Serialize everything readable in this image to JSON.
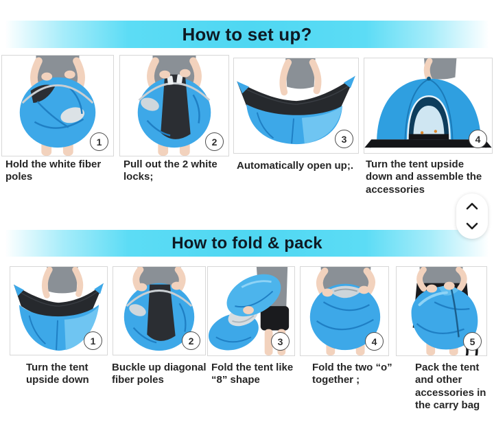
{
  "colors": {
    "banner_cyan": "#4fd7f2",
    "tent_blue": "#3da8e8",
    "tent_blue_light": "#6fc5f2",
    "mesh_black": "#26292d",
    "caption_text": "#262626"
  },
  "sections": {
    "setup": {
      "title": "How to set up?",
      "steps": [
        {
          "number": "1",
          "caption": "Hold the white fiber poles",
          "image_desc": "person holding round folded tent"
        },
        {
          "number": "2",
          "caption": "Pull out the  2 white locks;",
          "image_desc": "person pulling white locks on folded tent"
        },
        {
          "number": "3",
          "caption": "Automatically open up;.",
          "image_desc": "tent popping open upside down"
        },
        {
          "number": "4",
          "caption": "Turn the tent upside down and assemble the accessories",
          "image_desc": "pitched blue dome tent"
        }
      ]
    },
    "fold": {
      "title": "How to fold & pack",
      "steps": [
        {
          "number": "1",
          "caption": "Turn the tent upside down",
          "image_desc": "open tent flipped upside down"
        },
        {
          "number": "2",
          "caption": "Buckle up diagonal fiber poles",
          "image_desc": "round folded tent with mesh band"
        },
        {
          "number": "3",
          "caption": "Fold the tent like “8” shape",
          "image_desc": "tent folded in diagonal figure eight"
        },
        {
          "number": "4",
          "caption": "Fold the two  “o” together ;",
          "image_desc": "two loops folded into one round bundle"
        },
        {
          "number": "5",
          "caption": "Pack the tent and other accessories in the carry bag",
          "image_desc": "packed blue carry bag with straps"
        }
      ]
    }
  },
  "scroll_widget": {
    "up_icon": "chevron-up",
    "down_icon": "chevron-down"
  }
}
